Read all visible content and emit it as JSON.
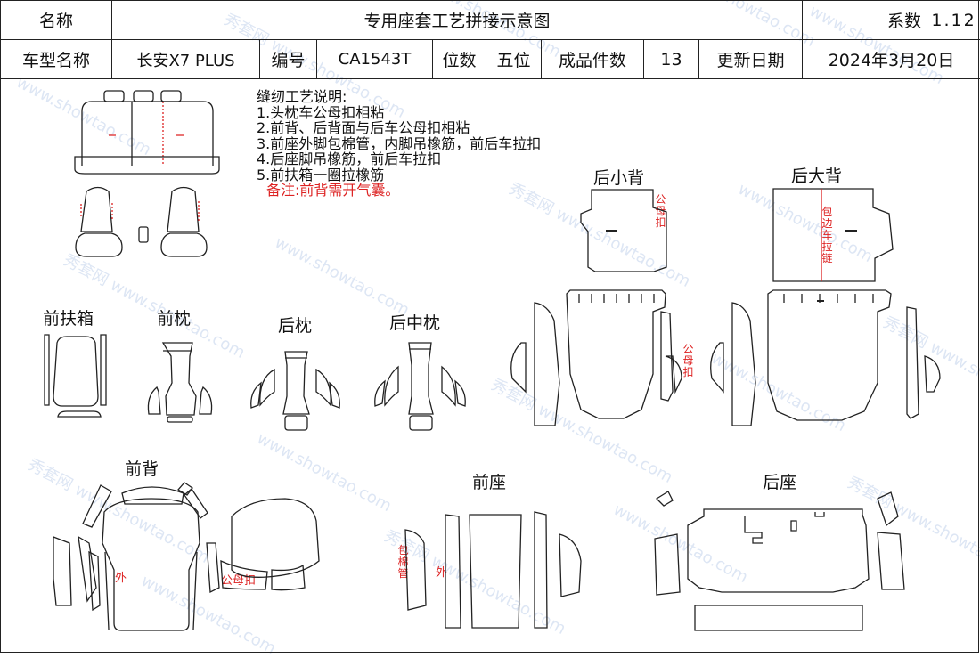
{
  "header": {
    "name_label": "名称",
    "title": "专用座套工艺拼接示意图",
    "coef_label": "系数",
    "coef_value": "1.12",
    "model_label": "车型名称",
    "model_value": "长安X7 PLUS",
    "code_label": "编号",
    "code_value": "CA1543T",
    "seats_label": "位数",
    "seats_value": "五位",
    "pieces_label": "成品件数",
    "pieces_value": "13",
    "date_label": "更新日期",
    "date_value": "2024年3月20日"
  },
  "notes": {
    "title": "缝纫工艺说明:",
    "items": [
      "1.头枕车公母扣相粘",
      "2.前背、后背面与后车公母扣相粘",
      "3.前座外脚包棉管，内脚吊橡筋，前后车拉扣",
      "4.后座脚吊橡筋，前后车拉扣",
      "5.前扶箱一圈拉橡筋"
    ],
    "remark": "备注:前背需开气囊。"
  },
  "sections": {
    "front_armrest": "前扶箱",
    "front_headrest": "前枕",
    "rear_headrest": "后枕",
    "rear_mid_headrest": "后中枕",
    "rear_small_back": "后小背",
    "rear_big_back": "后大背",
    "front_back": "前背",
    "front_seat": "前座",
    "rear_seat": "后座"
  },
  "annotations": {
    "snap_v": "公母扣",
    "snap_h": "公母扣",
    "edge_zip": "包边车拉链",
    "outer": "外",
    "foam_tube": "包棉管"
  },
  "watermark": {
    "site": "www.showtao.com",
    "brand": "秀套网"
  }
}
